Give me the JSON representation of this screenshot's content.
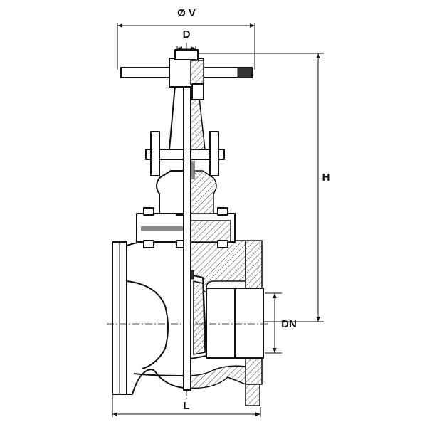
{
  "drawing": {
    "labels": {
      "handwheel_diameter": "Ø V",
      "stem_diameter": "D",
      "height": "H",
      "nominal_diameter": "DN",
      "length": "L"
    }
  }
}
